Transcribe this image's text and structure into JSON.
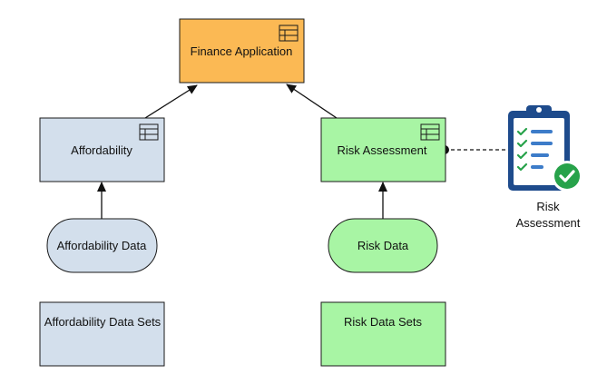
{
  "colors": {
    "finance_fill": "#fbb954",
    "affordability_fill": "#d3dfec",
    "risk_fill": "#a8f5a4",
    "stroke": "#1a1a1a",
    "icon_navy": "#1e4b8c",
    "icon_check_green": "#27a24a"
  },
  "nodes": {
    "finance_application": {
      "label": "Finance Application",
      "icon": "table-icon"
    },
    "affordability": {
      "label": "Affordability",
      "icon": "table-icon"
    },
    "risk_assessment": {
      "label": "Risk Assessment",
      "icon": "table-icon"
    },
    "affordability_data": {
      "label": "Affordability Data"
    },
    "risk_data": {
      "label": "Risk Data"
    },
    "affordability_data_sets": {
      "label": "Affordability Data Sets"
    },
    "risk_data_sets": {
      "label": "Risk Data Sets"
    }
  },
  "side_icon": {
    "name": "clipboard-checklist-icon",
    "caption_line1": "Risk",
    "caption_line2": "Assessment"
  }
}
